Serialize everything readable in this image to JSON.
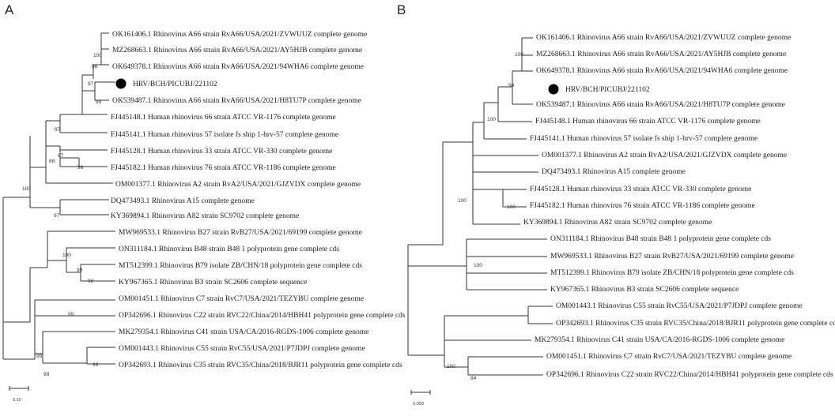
{
  "panels": [
    {
      "id": "A",
      "letter": "A",
      "scale_label": "0.10",
      "leaves": [
        "OK161406.1 Rhinovirus A66 strain RvA66/USA/2021/ZVWUUZ complete genome",
        "MZ268663.1 Rhinovirus A66 strain RvA66/USA/2021/AY5HJB complete genome",
        "OK649378.1 Rhinovirus A66 strain RvA66/USA/2021/94WHA6 complete genome",
        "HRV/BCH/PICUBJ/221102",
        "OK539487.1 Rhinovirus A66 strain RvA66/USA/2021/H8TU7P complete genome",
        "FJ445148.1 Human rhinovirus 66 strain ATCC VR-1176 complete genome",
        "FJ445141.1 Human rhinovirus 57 isolate fs ship 1-hrv-57 complete genome",
        "FJ445128.1 Human rhinovirus 33 strain ATCC VR-330 complete genome",
        "FJ445182.1 Human rhinovirus 76 strain ATCC VR-1186 complete genome",
        "OM001377.1 Rhinovirus A2 strain RvA2/USA/2021/GJZVDX complete genome",
        "DQ473493.1 Rhinovirus A15 complete genome",
        "KY369894.1 Rhinovirus A82 strain SC9702 complete genome",
        "MW969533.1 Rhinovirus B27 strain RvB27/USA/2021/69199 complete genome",
        "ON311184.1 Rhinovirus B48 strain B48 1 polyprotein gene complete cds",
        "MT512399.1 Rhinovirus B79 isolate ZB/CHN/18 polyprotein gene complete cds",
        "KY967365.1 Rhinovirus B3 strain SC2606 complete sequence",
        "OM001451.1 Rhinovirus C7 strain RvC7/USA/2021/TEZYBU complete genome",
        "OP342696.1 Rhinovirus C22 strain RVC22/China/2014/HBH41 polyprotein gene complete cds",
        "MK279354.1 Rhinovirus C41 strain USA/CA/2016-RGDS-1006 complete genome",
        "OM001443.1 Rhinovirus C55 strain RvC55/USA/2021/P7JDPJ complete genome",
        "OP342693.1 Rhinovirus C35 strain RVC35/China/2018/BJR11 polyprotein gene complete cds"
      ],
      "bootstraps": [
        "100",
        "98",
        "97",
        "99",
        "97",
        "87",
        "98",
        "88",
        "100",
        "97",
        "100",
        "99",
        "98",
        "99",
        "99",
        "99",
        "99"
      ]
    },
    {
      "id": "B",
      "letter": "B",
      "scale_label": "0.050",
      "leaves": [
        "OK161406.1 Rhinovirus A66 strain RvA66/USA/2021/ZVWUUZ complete genome",
        "MZ268663.1 Rhinovirus A66 strain RvA66/USA/2021/AY5HJB complete genome",
        "OK649378.1 Rhinovirus A66 strain RvA66/USA/2021/94WHA6 complete genome",
        "HRV/BCH/PICUBJ/221102",
        "OK539487.1 Rhinovirus A66 strain RvA66/USA/2021/H8TU7P complete genome",
        "FJ445148.1 Human rhinovirus 66 strain ATCC VR-1176 complete genome",
        "FJ445141.1 Human rhinovirus 57 isolate fs ship 1-hrv-57 complete genome",
        "OM001377.1 Rhinovirus A2 strain RvA2/USA/2021/GJZVDX complete genome",
        "DQ473493.1 Rhinovirus A15 complete genome",
        "FJ445128.1 Human rhinovirus 33 strain ATCC VR-330 complete genome",
        "FJ445182.1 Human rhinovirus 76 strain ATCC VR-1186 complete genome",
        "KY369894.1 Rhinovirus A82 strain SC9702 complete genome",
        "ON311184.1 Rhinovirus B48 strain B48 1 polyprotein gene complete cds",
        "MW969533.1 Rhinovirus B27 strain RvB27/USA/2021/69199 complete genome",
        "MT512399.1 Rhinovirus B79 isolate ZB/CHN/18 polyprotein gene complete cds",
        "KY967365.1 Rhinovirus B3 strain SC2606 complete sequence",
        "OM001443.1 Rhinovirus C55 strain RvC55/USA/2021/P7JDPJ complete genome",
        "OP342693.1 Rhinovirus C35 strain RVC35/China/2018/BJR11 polyprotein gene complete cds",
        "MK279354.1 Rhinovirus C41 strain USA/CA/2016-RGDS-1006 complete genome",
        "OM001451.1 Rhinovirus C7 strain RvC7/USA/2021/TEZYBU complete genome",
        "OP342696.1 Rhinovirus C22 strain RVC22/China/2014/HBH41 polyprotein gene complete cds"
      ],
      "bootstraps": [
        "100",
        "94",
        "100",
        "100",
        "100",
        "100",
        "100",
        "84"
      ]
    }
  ]
}
